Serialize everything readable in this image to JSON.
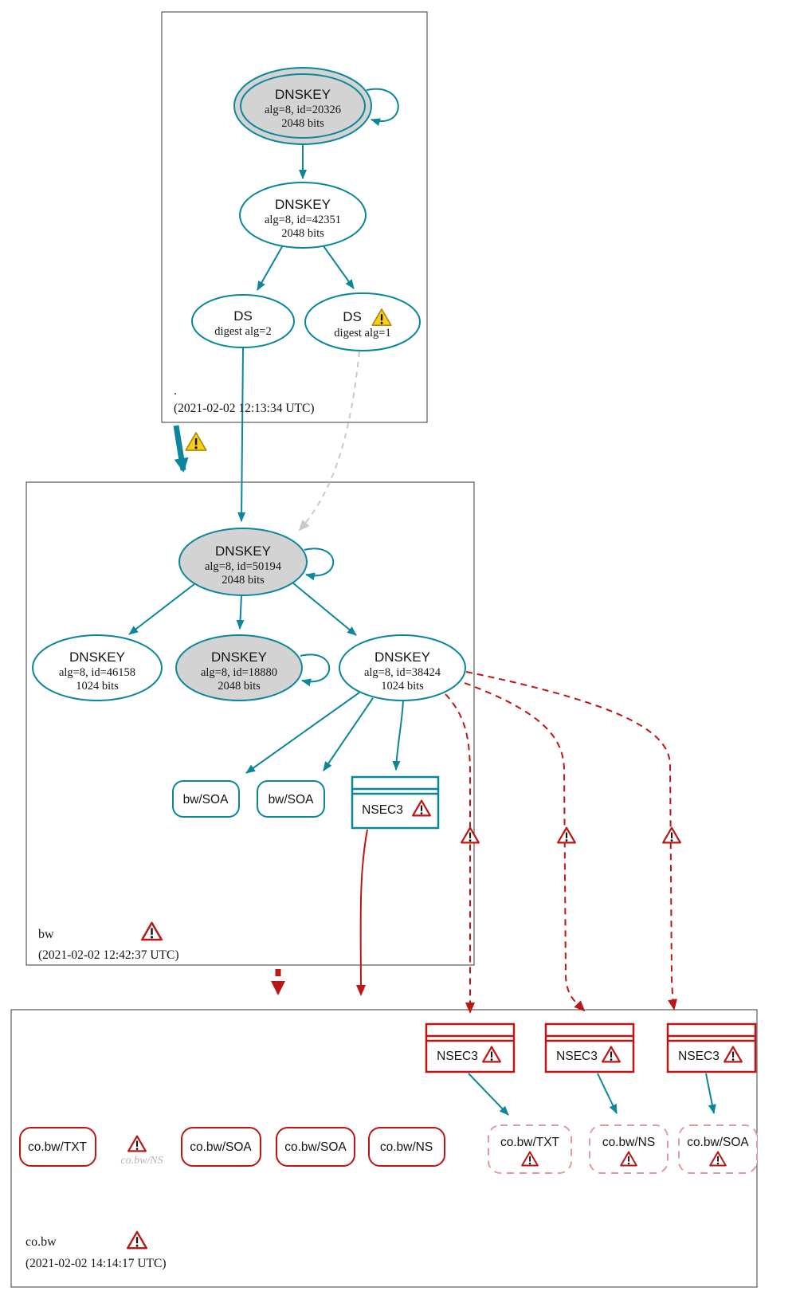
{
  "colors": {
    "secure_teal": "#0a879a",
    "bogus_red": "#be1515",
    "warning_yellow": "#f7ce1e",
    "key_fill_gray": "#d3d3d3",
    "insecure_gray": "#c9c9c9"
  },
  "zones": {
    "root": {
      "label": ".",
      "timestamp": "(2021-02-02 12:13:34 UTC)"
    },
    "bw": {
      "label": "bw",
      "timestamp": "(2021-02-02 12:42:37 UTC)"
    },
    "cobw": {
      "label": "co.bw",
      "timestamp": "(2021-02-02 14:14:17 UTC)"
    }
  },
  "nodes": {
    "root_ksk": {
      "type": "DNSKEY",
      "line1": "alg=8, id=20326",
      "line2": "2048 bits"
    },
    "root_zsk": {
      "type": "DNSKEY",
      "line1": "alg=8, id=42351",
      "line2": "2048 bits"
    },
    "root_ds2": {
      "type": "DS",
      "line1": "digest alg=2"
    },
    "root_ds1": {
      "type": "DS",
      "line1": "digest alg=1"
    },
    "bw_ksk": {
      "type": "DNSKEY",
      "line1": "alg=8, id=50194",
      "line2": "2048 bits"
    },
    "bw_key_46158": {
      "type": "DNSKEY",
      "line1": "alg=8, id=46158",
      "line2": "1024 bits"
    },
    "bw_key_18880": {
      "type": "DNSKEY",
      "line1": "alg=8, id=18880",
      "line2": "2048 bits"
    },
    "bw_key_38424": {
      "type": "DNSKEY",
      "line1": "alg=8, id=38424",
      "line2": "1024 bits"
    },
    "bw_soa_1": {
      "label": "bw/SOA"
    },
    "bw_soa_2": {
      "label": "bw/SOA"
    },
    "bw_nsec3": {
      "label": "NSEC3"
    },
    "cobw_nsec3_1": {
      "label": "NSEC3"
    },
    "cobw_nsec3_2": {
      "label": "NSEC3"
    },
    "cobw_nsec3_3": {
      "label": "NSEC3"
    },
    "cobw_txt": {
      "label": "co.bw/TXT"
    },
    "cobw_ns_missing": {
      "label": "co.bw/NS"
    },
    "cobw_soa_1": {
      "label": "co.bw/SOA"
    },
    "cobw_soa_2": {
      "label": "co.bw/SOA"
    },
    "cobw_ns": {
      "label": "co.bw/NS"
    },
    "cobw_txt_dashed": {
      "label": "co.bw/TXT"
    },
    "cobw_ns_dashed": {
      "label": "co.bw/NS"
    },
    "cobw_soa_dashed": {
      "label": "co.bw/SOA"
    }
  }
}
